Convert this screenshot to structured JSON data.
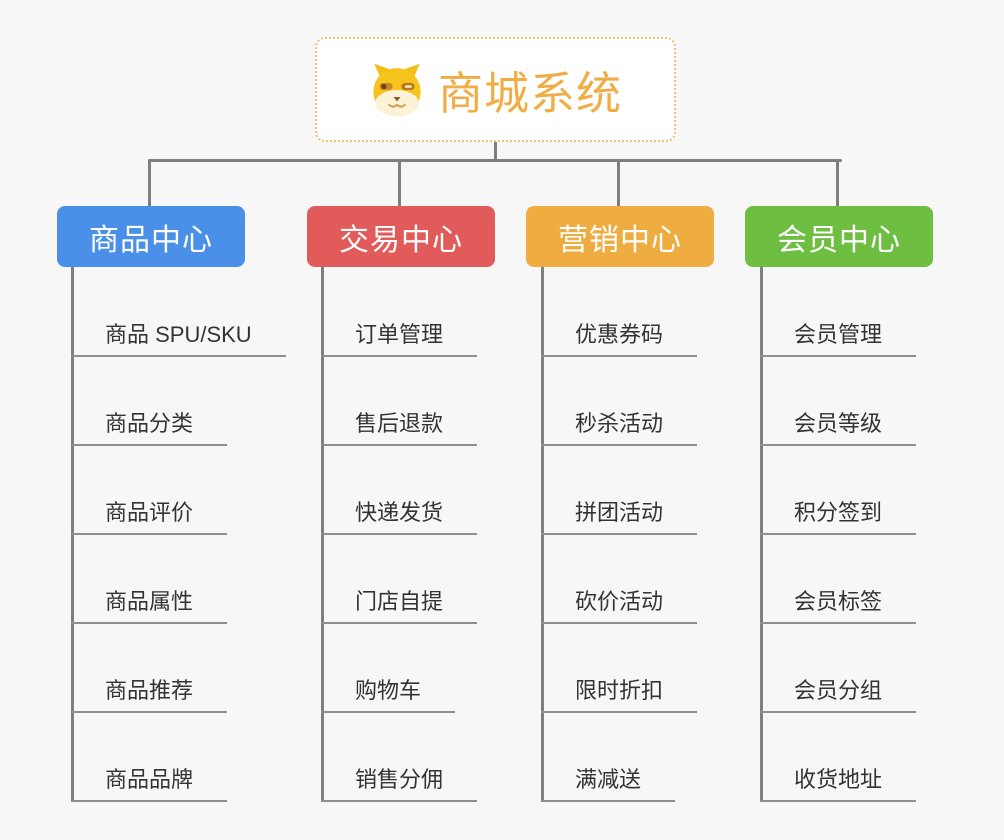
{
  "page": {
    "background": "#f7f7f7",
    "connector_color": "#7f7f7f",
    "leaf_underline_color": "#8f8f8f",
    "leaf_text_color": "#333333"
  },
  "root": {
    "title": "商城系统",
    "icon": "doge-icon",
    "text_color": "#f1ad45",
    "border_color": "#f0c070",
    "background": "#ffffff"
  },
  "branches": [
    {
      "label": "商品中心",
      "color": "#4a90e8",
      "items": [
        "商品 SPU/SKU",
        "商品分类",
        "商品评价",
        "商品属性",
        "商品推荐",
        "商品品牌"
      ]
    },
    {
      "label": "交易中心",
      "color": "#e25b5b",
      "items": [
        "订单管理",
        "售后退款",
        "快递发货",
        "门店自提",
        "购物车",
        "销售分佣"
      ]
    },
    {
      "label": "营销中心",
      "color": "#efad41",
      "items": [
        "优惠券码",
        "秒杀活动",
        "拼团活动",
        "砍价活动",
        "限时折扣",
        "满减送"
      ]
    },
    {
      "label": "会员中心",
      "color": "#6ebe41",
      "items": [
        "会员管理",
        "会员等级",
        "积分签到",
        "会员标签",
        "会员分组",
        "收货地址"
      ]
    }
  ]
}
